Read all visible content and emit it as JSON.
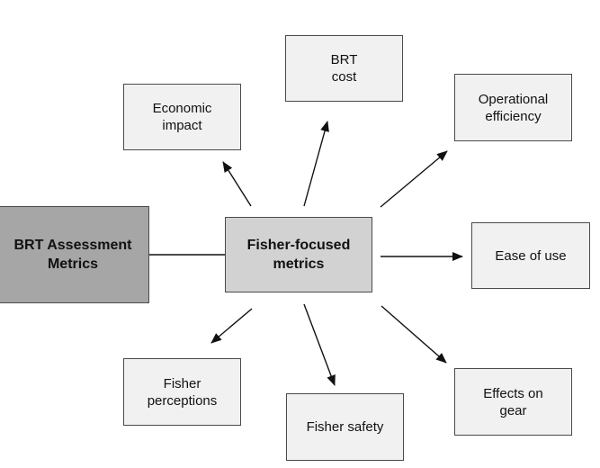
{
  "nodes": {
    "root": "BRT Assessment\nMetrics",
    "hub": "Fisher-focused\nmetrics",
    "economic_impact": "Economic\nimpact",
    "brt_cost": "BRT\ncost",
    "operational_efficiency": "Operational\nefficiency",
    "ease_of_use": "Ease of use",
    "effects_on_gear": "Effects on\ngear",
    "fisher_safety": "Fisher safety",
    "fisher_perceptions": "Fisher\nperceptions"
  },
  "colors": {
    "root_fill": "#a6a6a6",
    "hub_fill": "#d2d2d2",
    "leaf_fill": "#f1f1f1",
    "border": "#4a4a4a",
    "line": "#111111"
  }
}
